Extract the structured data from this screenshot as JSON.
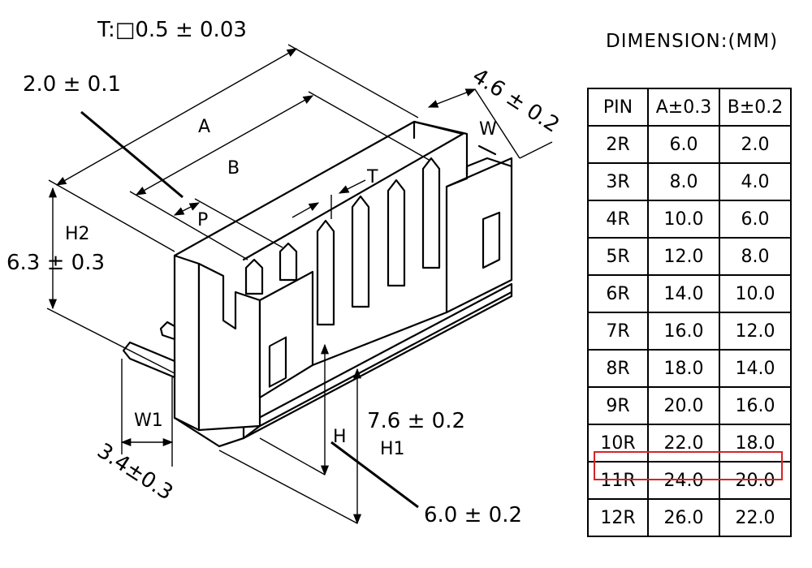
{
  "drawing": {
    "labels": {
      "t_thickness": "T:□0.5 ± 0.03",
      "tip_width": "2.0 ± 0.1",
      "a": "A",
      "b": "B",
      "p": "P",
      "t": "T",
      "w": "W",
      "w_value": "4.6 ± 0.2",
      "h2": "H2",
      "h2_value": "6.3 ± 0.3",
      "w1": "W1",
      "w1_value": "3.4±0.3",
      "h": "H",
      "h1_value": "7.6 ± 0.2",
      "h1": "H1",
      "h_value": "6.0 ± 0.2"
    }
  },
  "table": {
    "title": "DIMENSION:(MM)",
    "headers": [
      "PIN",
      "A±0.3",
      "B±0.2"
    ],
    "rows": [
      [
        "2R",
        "6.0",
        "2.0"
      ],
      [
        "3R",
        "8.0",
        "4.0"
      ],
      [
        "4R",
        "10.0",
        "6.0"
      ],
      [
        "5R",
        "12.0",
        "8.0"
      ],
      [
        "6R",
        "14.0",
        "10.0"
      ],
      [
        "7R",
        "16.0",
        "12.0"
      ],
      [
        "8R",
        "18.0",
        "14.0"
      ],
      [
        "9R",
        "20.0",
        "16.0"
      ],
      [
        "10R",
        "22.0",
        "18.0"
      ],
      [
        "11R",
        "24.0",
        "20.0"
      ],
      [
        "12R",
        "26.0",
        "22.0"
      ]
    ],
    "highlighted_row": "11R",
    "highlight_color": "#d42525"
  }
}
